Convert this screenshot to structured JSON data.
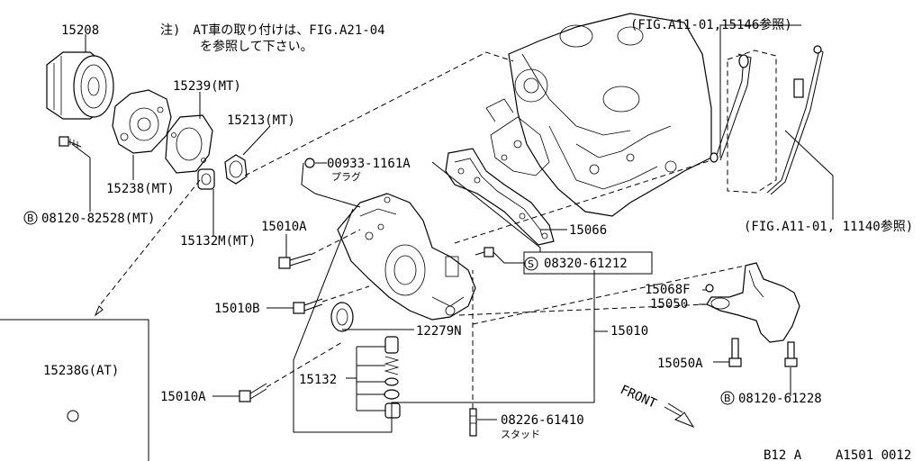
{
  "note": {
    "line1": "注)　AT車の取り付けは、FIG.A21-04",
    "line2": "を参照して下さい。"
  },
  "markers": {
    "bolt": "B",
    "screw": "S"
  },
  "labels": {
    "l15208": "15208",
    "l15239": "15239(MT)",
    "l15213": "15213(MT)",
    "l15238": "15238(MT)",
    "l08120a": "08120-82528(MT)",
    "l15132m": "15132M(MT)",
    "l00933": "00933-1161A",
    "plug": "プラグ",
    "l15010a": "15010A",
    "l15010b": "15010B",
    "l12279n": "12279N",
    "l15132": "15132",
    "l08226": "08226-61410",
    "stud": "スタッド",
    "l15066": "15066",
    "l08320": "08320-61212",
    "l15010": "15010",
    "l15068f": "15068F",
    "l15050": "15050",
    "l15050a": "15050A",
    "l08120b": "08120-61228",
    "fig15146": "(FIG.A11-01,15146参照)",
    "fig11140": "(FIG.A11-01, 11140参照)",
    "l15238g": "15238G(AT)",
    "front": "FRONT"
  },
  "footer": {
    "model": "B12 A",
    "figure": "A1501 0012"
  }
}
